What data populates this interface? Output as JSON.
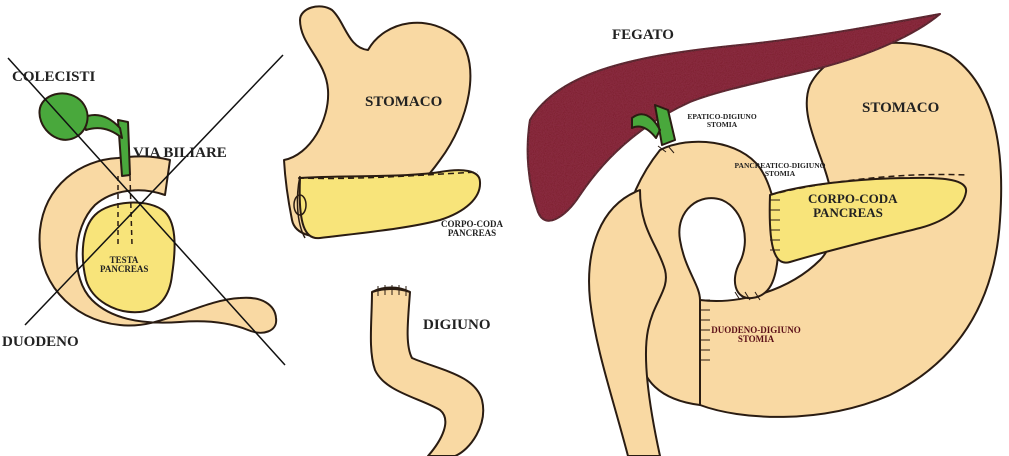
{
  "labels": {
    "colecisti": "COLECISTI",
    "via_biliare": "VIA BILIARE",
    "testa_pancreas_1": "TESTA",
    "testa_pancreas_2": "PANCREAS",
    "duodeno": "DUODENO",
    "stomaco_left": "STOMACO",
    "corpo_coda_left_1": "CORPO-CODA",
    "corpo_coda_left_2": "PANCREAS",
    "digiuno": "DIGIUNO",
    "fegato": "FEGATO",
    "stomaco_right": "STOMACO",
    "epatico_1": "EPATICO-DIGIUNO",
    "epatico_2": "STOMIA",
    "pancreatico_1": "PANCREATICO-DIGIUNO",
    "pancreatico_2": "STOMIA",
    "corpo_coda_right_1": "CORPO-CODA",
    "corpo_coda_right_2": "PANCREAS",
    "duodeno_digiuno_1": "DUODENO-DIGIUNO",
    "duodeno_digiuno_2": "STOMIA"
  },
  "colors": {
    "organ": "#f9d9a3",
    "pancreas": "#f8e47a",
    "gallbladder": "#49a83c",
    "liver": "#7a1f2c",
    "outline": "#2a1c12",
    "label_dark": "#222222",
    "label_red": "#5b0f17"
  }
}
